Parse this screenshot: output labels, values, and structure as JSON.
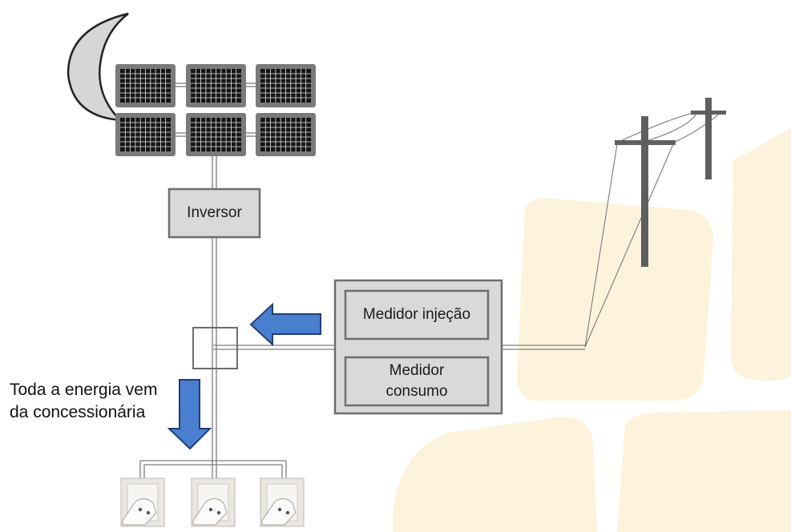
{
  "diagram": {
    "inverter_label": "Inversor",
    "meter_injection_label": "Medidor injeção",
    "meter_consumption_label": "Medidor\nconsumo",
    "caption_line1": "Toda a energia vem",
    "caption_line2": "da concessionária"
  },
  "icons": {
    "moon": "moon-icon",
    "solar_panel": "solar-panel-icon",
    "utility_pole": "utility-pole-icon",
    "outlet": "power-outlet-icon",
    "arrow": "flow-arrow-icon"
  },
  "colors": {
    "arrow_fill": "#4a7fd0",
    "arrow_stroke": "#1f3f73",
    "box_fill": "#d9d9d9",
    "box_stroke": "#6d6d6d",
    "panel_frame": "#7a7a7a",
    "panel_cell": "#151515",
    "moon_fill": "#d6d6d6",
    "watermark": "#fdf3dc"
  }
}
